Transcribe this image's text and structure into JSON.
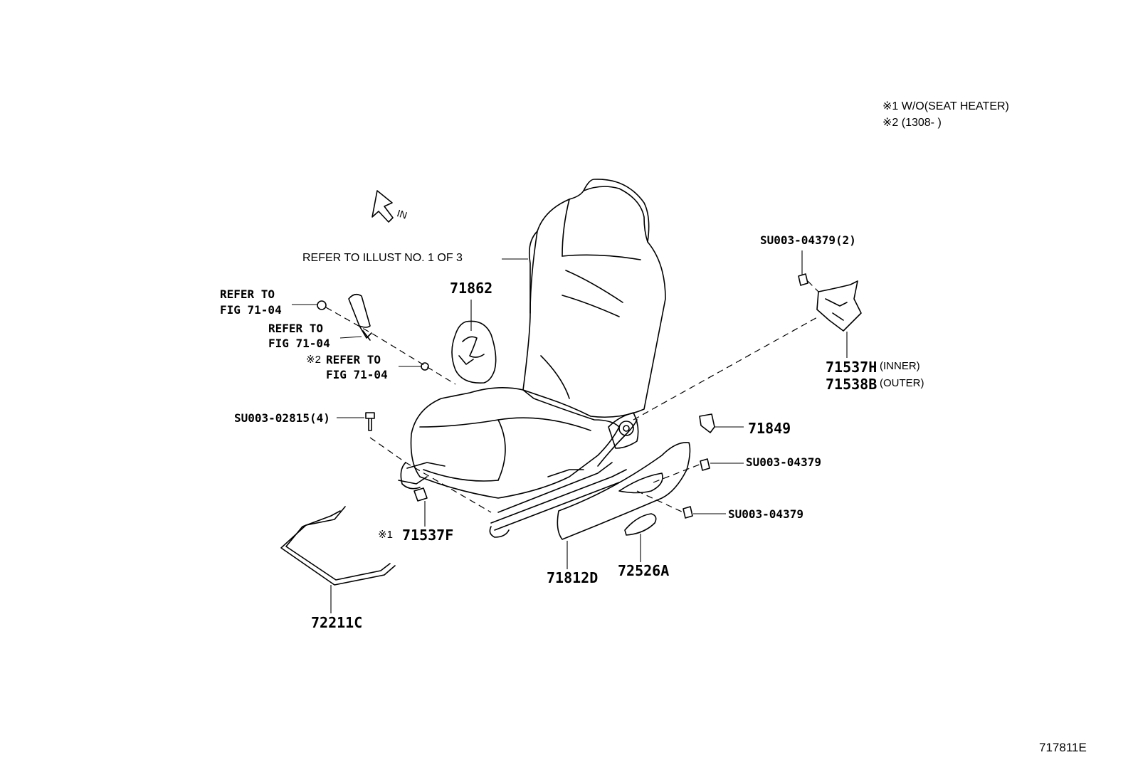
{
  "notes": {
    "note1": "※1 W/O(SEAT HEATER)",
    "note2": "※2 (1308-        )"
  },
  "direction": {
    "label": "IN"
  },
  "references": {
    "illust": "REFER TO ILLUST NO. 1 OF 3",
    "fig_a_line1": "REFER TO",
    "fig_a_line2": "FIG 71-04",
    "fig_b_line1": "REFER TO",
    "fig_b_line2": "FIG 71-04",
    "fig_c_mark": "※2",
    "fig_c_line1": "REFER TO",
    "fig_c_line2": "FIG 71-04"
  },
  "parts": {
    "p71862": "71862",
    "su_04379_2": "SU003-04379(2)",
    "p71537H": "71537H",
    "p71537H_qual": "(INNER)",
    "p71538B": "71538B",
    "p71538B_qual": "(OUTER)",
    "su_02815_4": "SU003-02815(4)",
    "p71849": "71849",
    "su_04379_a": "SU003-04379",
    "su_04379_b": "SU003-04379",
    "p71537F_mark": "※1",
    "p71537F": "71537F",
    "p71812D": "71812D",
    "p72526A": "72526A",
    "p72211C": "72211C"
  },
  "diagram_id": "717811E"
}
